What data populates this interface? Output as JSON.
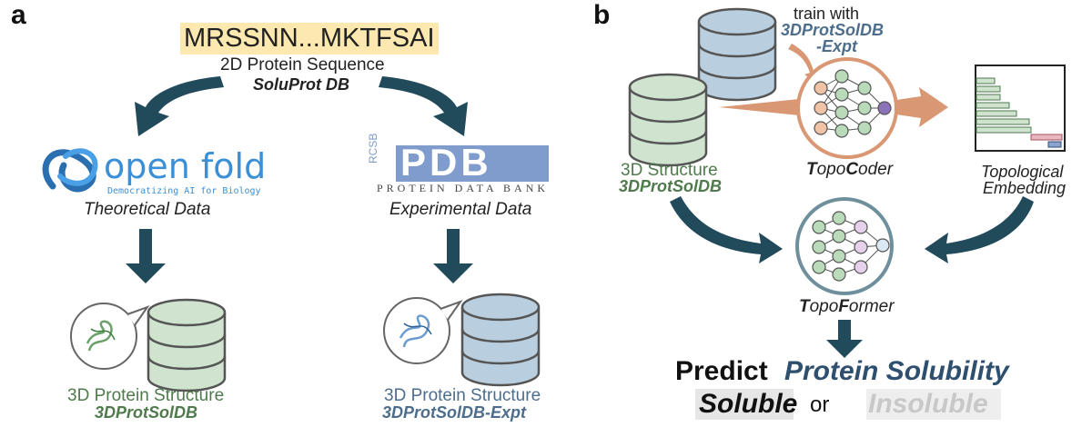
{
  "colors": {
    "dark_teal": "#214a5b",
    "sequence_highlight": "#fde9b0",
    "green_db": "#cfe3cf",
    "blue_db": "#b9cede",
    "green_text": "#4e7a4c",
    "blue_text": "#4d6d8c",
    "copper": "#d99873",
    "openfold_blue": "#3b8fd6",
    "pdb_blue": "#7f9ccc"
  },
  "panel_a": {
    "label": "a",
    "sequence": "MRSSNN...MKTFSAI",
    "sequence_caption": "2D Protein Sequence",
    "database": "SoluProt DB",
    "left": {
      "logo_text": "open fold",
      "logo_tagline": "Democratizing AI for Biology",
      "caption": "Theoretical Data",
      "structure_label": "3D Protein Structure",
      "db_name": "3DProtSolDB"
    },
    "right": {
      "logo_side": "RCSB",
      "logo_text": "PDB",
      "logo_tagline": "PROTEIN DATA BANK",
      "caption": "Experimental Data",
      "structure_label": "3D Protein Structure",
      "db_name": "3DProtSolDB-Expt"
    }
  },
  "panel_b": {
    "label": "b",
    "train_line1": "train with",
    "train_db_line1": "3DProtSolDB",
    "train_db_line2": "-Expt",
    "structure_label": "3D Structure",
    "structure_db": "3DProtSolDB",
    "topocoder": {
      "t1": "T",
      "t2": "opo",
      "t3": "C",
      "t4": "oder"
    },
    "embedding_line1": "Topological",
    "embedding_line2": "Embedding",
    "topoformer": {
      "t1": "T",
      "t2": "opo",
      "t3": "F",
      "t4": "ormer"
    },
    "predict_word": "Predict",
    "predict_target": "Protein Solubility",
    "soluble": "Soluble",
    "or_word": "or",
    "insoluble": "Insoluble"
  }
}
